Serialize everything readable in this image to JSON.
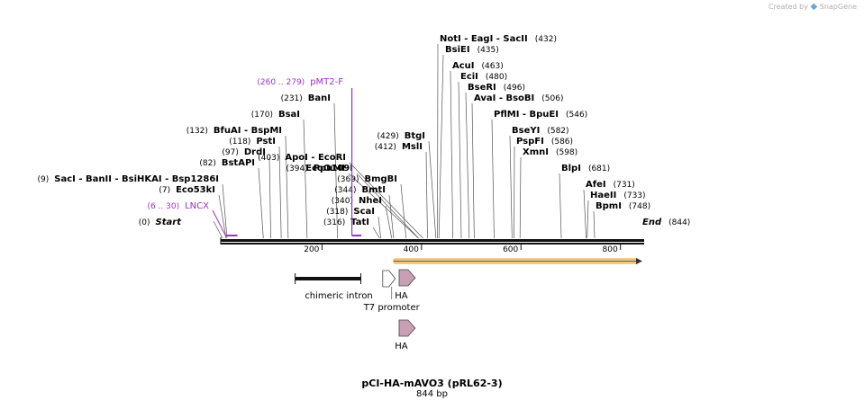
{
  "credit": {
    "prefix": "Created by",
    "logo": "SnapGene",
    "icon": "snapgene-logo-icon"
  },
  "title": "pCI-HA-mAVO3 (pRL62-3)",
  "length_label": "844 bp",
  "sequence_length": 844,
  "colors": {
    "primer": "#9933cc",
    "feature_fill": "#c8a0b4",
    "orf_arrow": "#f0a030",
    "text": "#000000"
  },
  "sites": [
    {
      "pos": "(0)",
      "names": [
        "Start"
      ],
      "italic": true,
      "cut": 0
    },
    {
      "pos": "(844)",
      "names": [
        "End"
      ],
      "italic": true,
      "cut": 844,
      "pos_after": true
    },
    {
      "pos": "(9)",
      "names": [
        "SacI",
        "BanII",
        "BsiHKAI",
        "Bsp1286I"
      ],
      "cut": 9
    },
    {
      "pos": "(7)",
      "names": [
        "Eco53kI"
      ],
      "cut": 7
    },
    {
      "pos": "(82)",
      "names": [
        "BstAPI"
      ],
      "cut": 82
    },
    {
      "pos": "(97)",
      "names": [
        "DrdI"
      ],
      "cut": 97
    },
    {
      "pos": "(118)",
      "names": [
        "PstI"
      ],
      "cut": 118
    },
    {
      "pos": "(132)",
      "names": [
        "BfuAI",
        "BspMI"
      ],
      "cut": 132
    },
    {
      "pos": "(170)",
      "names": [
        "BsaI"
      ],
      "cut": 170
    },
    {
      "pos": "(231)",
      "names": [
        "BanI"
      ],
      "cut": 231
    },
    {
      "pos": "(394)",
      "names": [
        "PpuMI"
      ],
      "cut": 394
    },
    {
      "pos": "(403)",
      "names": [
        "ApoI",
        "EcoRI"
      ],
      "cut": 403
    },
    {
      "pos": "",
      "names": [
        "EcoO109I"
      ],
      "cut": 394
    },
    {
      "pos": "(369)",
      "names": [
        "BmgBI"
      ],
      "cut": 369
    },
    {
      "pos": "(344)",
      "names": [
        "BmtI"
      ],
      "cut": 344
    },
    {
      "pos": "(340)",
      "names": [
        "NheI"
      ],
      "cut": 340
    },
    {
      "pos": "(318)",
      "names": [
        "ScaI"
      ],
      "cut": 318
    },
    {
      "pos": "(316)",
      "names": [
        "TatI"
      ],
      "cut": 316
    },
    {
      "pos": "(429)",
      "names": [
        "BtgI"
      ],
      "cut": 429
    },
    {
      "pos": "(412)",
      "names": [
        "MslI"
      ],
      "cut": 412
    },
    {
      "pos": "(432)",
      "names": [
        "NotI",
        "EagI",
        "SacII"
      ],
      "cut": 432,
      "pos_after": true
    },
    {
      "pos": "(435)",
      "names": [
        "BsiEI"
      ],
      "cut": 435,
      "pos_after": true
    },
    {
      "pos": "(463)",
      "names": [
        "AcuI"
      ],
      "cut": 463,
      "pos_after": true
    },
    {
      "pos": "(480)",
      "names": [
        "EciI"
      ],
      "cut": 480,
      "pos_after": true
    },
    {
      "pos": "(496)",
      "names": [
        "BseRI"
      ],
      "cut": 496,
      "pos_after": true
    },
    {
      "pos": "(506)",
      "names": [
        "AvaI",
        "BsoBI"
      ],
      "cut": 506,
      "pos_after": true
    },
    {
      "pos": "(546)",
      "names": [
        "PflMI",
        "BpuEI"
      ],
      "cut": 546,
      "pos_after": true
    },
    {
      "pos": "(582)",
      "names": [
        "BseYI"
      ],
      "cut": 582,
      "pos_after": true
    },
    {
      "pos": "(586)",
      "names": [
        "PspFI"
      ],
      "cut": 586,
      "pos_after": true
    },
    {
      "pos": "(598)",
      "names": [
        "XmnI"
      ],
      "cut": 598,
      "pos_after": true
    },
    {
      "pos": "(681)",
      "names": [
        "BlpI"
      ],
      "cut": 681,
      "pos_after": true
    },
    {
      "pos": "(731)",
      "names": [
        "AfeI"
      ],
      "cut": 731,
      "pos_after": true
    },
    {
      "pos": "(733)",
      "names": [
        "HaeII"
      ],
      "cut": 733,
      "pos_after": true
    },
    {
      "pos": "(748)",
      "names": [
        "BpmI"
      ],
      "cut": 748,
      "pos_after": true
    }
  ],
  "primers": [
    {
      "label": "pMT2-F",
      "range": "(260 .. 279)",
      "start": 260,
      "end": 279
    },
    {
      "label": "LNCX",
      "range": "(6 .. 30)",
      "start": 6,
      "end": 30
    }
  ],
  "ruler_ticks": [
    "200",
    "400",
    "600",
    "800"
  ],
  "features": [
    {
      "label": "chimeric intron",
      "start": 146,
      "end": 278,
      "kind": "bar"
    },
    {
      "label": "T7 promoter",
      "start": 322,
      "end": 340,
      "kind": "open-arrow"
    },
    {
      "label": "HA",
      "start": 355,
      "end": 382,
      "kind": "arrow",
      "row": 1
    },
    {
      "label": "HA",
      "start": 355,
      "end": 382,
      "kind": "arrow",
      "row": 2
    }
  ],
  "orf": {
    "start": 344,
    "end": 844
  }
}
